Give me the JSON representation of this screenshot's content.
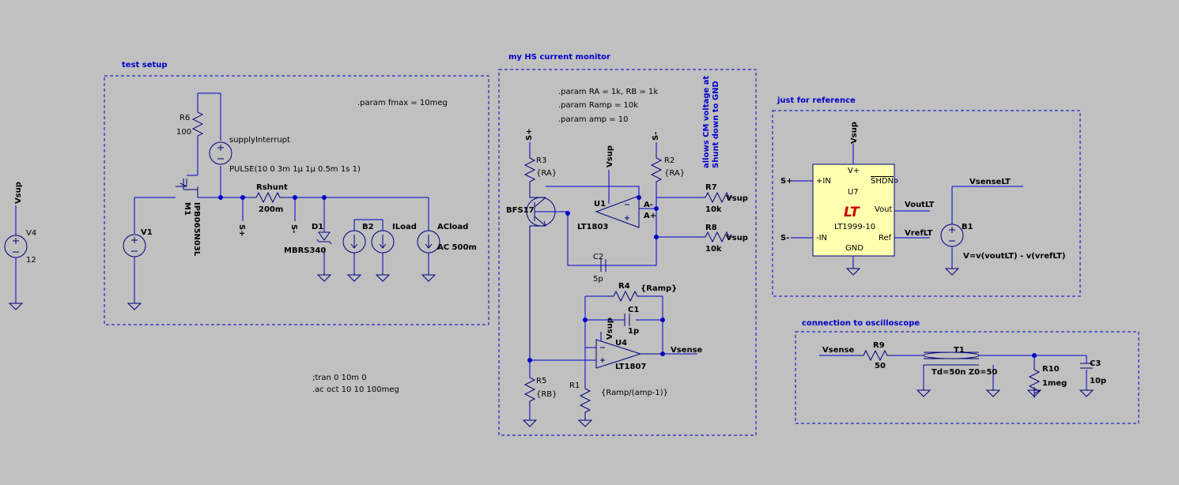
{
  "groups": {
    "test_setup": "test setup",
    "hs_monitor": "my HS current monitor",
    "reference": "just for reference",
    "scope": "connection to oscilloscope"
  },
  "directives": {
    "fmax": ".param fmax = 10meg",
    "params_r": ".param RA = 1k, RB = 1k",
    "params_ramp": ".param Ramp = 10k",
    "params_amp": ".param amp = 10",
    "tran": ";tran 0 10m 0",
    "ac": ".ac oct 10 10 100meg",
    "cm_note_1": "allows CM voltage at",
    "cm_note_2": "Shunt down to GND"
  },
  "test_setup": {
    "vsup_label": "Vsup",
    "v4_name": "V4",
    "v4_value": "12",
    "r6_name": "R6",
    "r6_value": "100",
    "supply_name": "supplyInterrupt",
    "supply_value": "PULSE(10 0 3m 1µ 1µ 0.5m 1s 1)",
    "m1_name": "M1",
    "m1_part": "IPB065N03L",
    "v1_name": "V1",
    "rshunt_name": "Rshunt",
    "rshunt_value": "200m",
    "splus": "S+",
    "sminus": "S-",
    "d1_name": "D1",
    "d1_part": "MBRS340",
    "b2_name": "B2",
    "iload_name": "ILoad",
    "acload_name": "ACload",
    "acload_value": "AC 500m"
  },
  "hs_monitor": {
    "splus": "S+",
    "sminus": "S-",
    "r3_name": "R3",
    "r3_value": "{RA}",
    "r2_name": "R2",
    "r2_value": "{RA}",
    "q_part": "BFS17",
    "vsup": "Vsup",
    "u1_name": "U1",
    "u1_part": "LT1803",
    "am": "A-",
    "ap": "A+",
    "r7_name": "R7",
    "r7_value": "10k",
    "r7_net": "Vsup",
    "r8_name": "R8",
    "r8_value": "10k",
    "r8_net": "Vsup",
    "c2_name": "C2",
    "c2_value": "5p",
    "r4_name": "R4",
    "r4_value": "{Ramp}",
    "c1_name": "C1",
    "c1_value": "1p",
    "u4_name": "U4",
    "u4_part": "LT1807",
    "vsup2": "Vsup",
    "vsense": "Vsense",
    "r5_name": "R5",
    "r5_value": "{RB}",
    "r1_name": "R1",
    "r1_value": "{Ramp/(amp-1)}"
  },
  "reference": {
    "vsup": "Vsup",
    "splus": "S+",
    "sminus": "S-",
    "pin_vplus": "V+",
    "pin_in_p": "+IN",
    "pin_shdn": "SHDN",
    "u7_name": "U7",
    "logo": "LT",
    "pin_vout": "Vout",
    "u7_part": "LT1999-10",
    "pin_in_n": "-IN",
    "pin_ref": "Ref",
    "pin_gnd": "GND",
    "voutlt": "VoutLT",
    "vreflt": "VrefLT",
    "vsenselt": "VsenseLT",
    "b1_name": "B1",
    "b1_expr": "V=v(voutLT) - v(vrefLT)"
  },
  "scope": {
    "vsense": "Vsense",
    "r9_name": "R9",
    "r9_value": "50",
    "t1_name": "T1",
    "t1_value": "Td=50n Z0=50",
    "r10_name": "R10",
    "r10_value": "1meg",
    "c3_name": "C3",
    "c3_value": "10p"
  },
  "colors": {
    "background": "#c0c0c0",
    "wire": "#0000cc",
    "component": "#000080",
    "chip_fill": "#ffffb0",
    "logo": "#cc0000"
  }
}
